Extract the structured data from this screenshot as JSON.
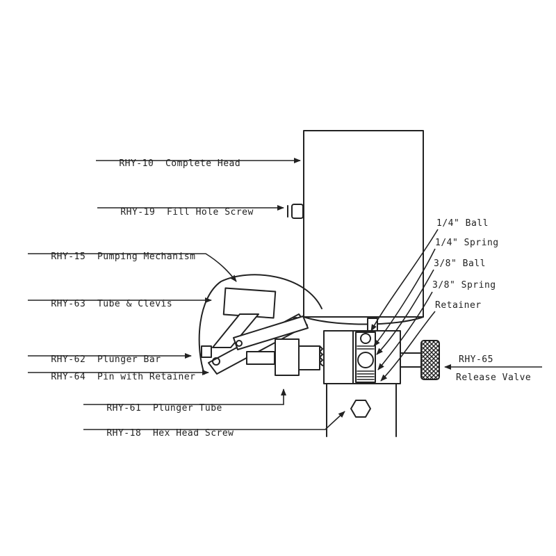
{
  "callouts": {
    "complete_head": {
      "part": "RHY-10",
      "name": "Complete Head"
    },
    "fill_hole_screw": {
      "part": "RHY-19",
      "name": "Fill Hole Screw"
    },
    "pumping_mechanism": {
      "part": "RHY-15",
      "name": "Pumping Mechanism"
    },
    "tube_clevis": {
      "part": "RHY-63",
      "name": "Tube & Clevis"
    },
    "plunger_bar": {
      "part": "RHY-62",
      "name": "Plunger Bar"
    },
    "pin_retainer": {
      "part": "RHY-64",
      "name": "Pin with Retainer"
    },
    "plunger_tube": {
      "part": "RHY-61",
      "name": "Plunger Tube"
    },
    "hex_head_screw": {
      "part": "RHY-18",
      "name": "Hex Head Screw"
    },
    "release_valve": {
      "part": "RHY-65",
      "name": "Release Valve"
    },
    "ball_quarter": {
      "name": "1/4\" Ball"
    },
    "spring_quarter": {
      "name": "1/4\" Spring"
    },
    "ball_three_eighths": {
      "name": "3/8\" Ball"
    },
    "spring_three_eighths": {
      "name": "3/8\" Spring"
    },
    "retainer": {
      "name": "Retainer"
    }
  }
}
